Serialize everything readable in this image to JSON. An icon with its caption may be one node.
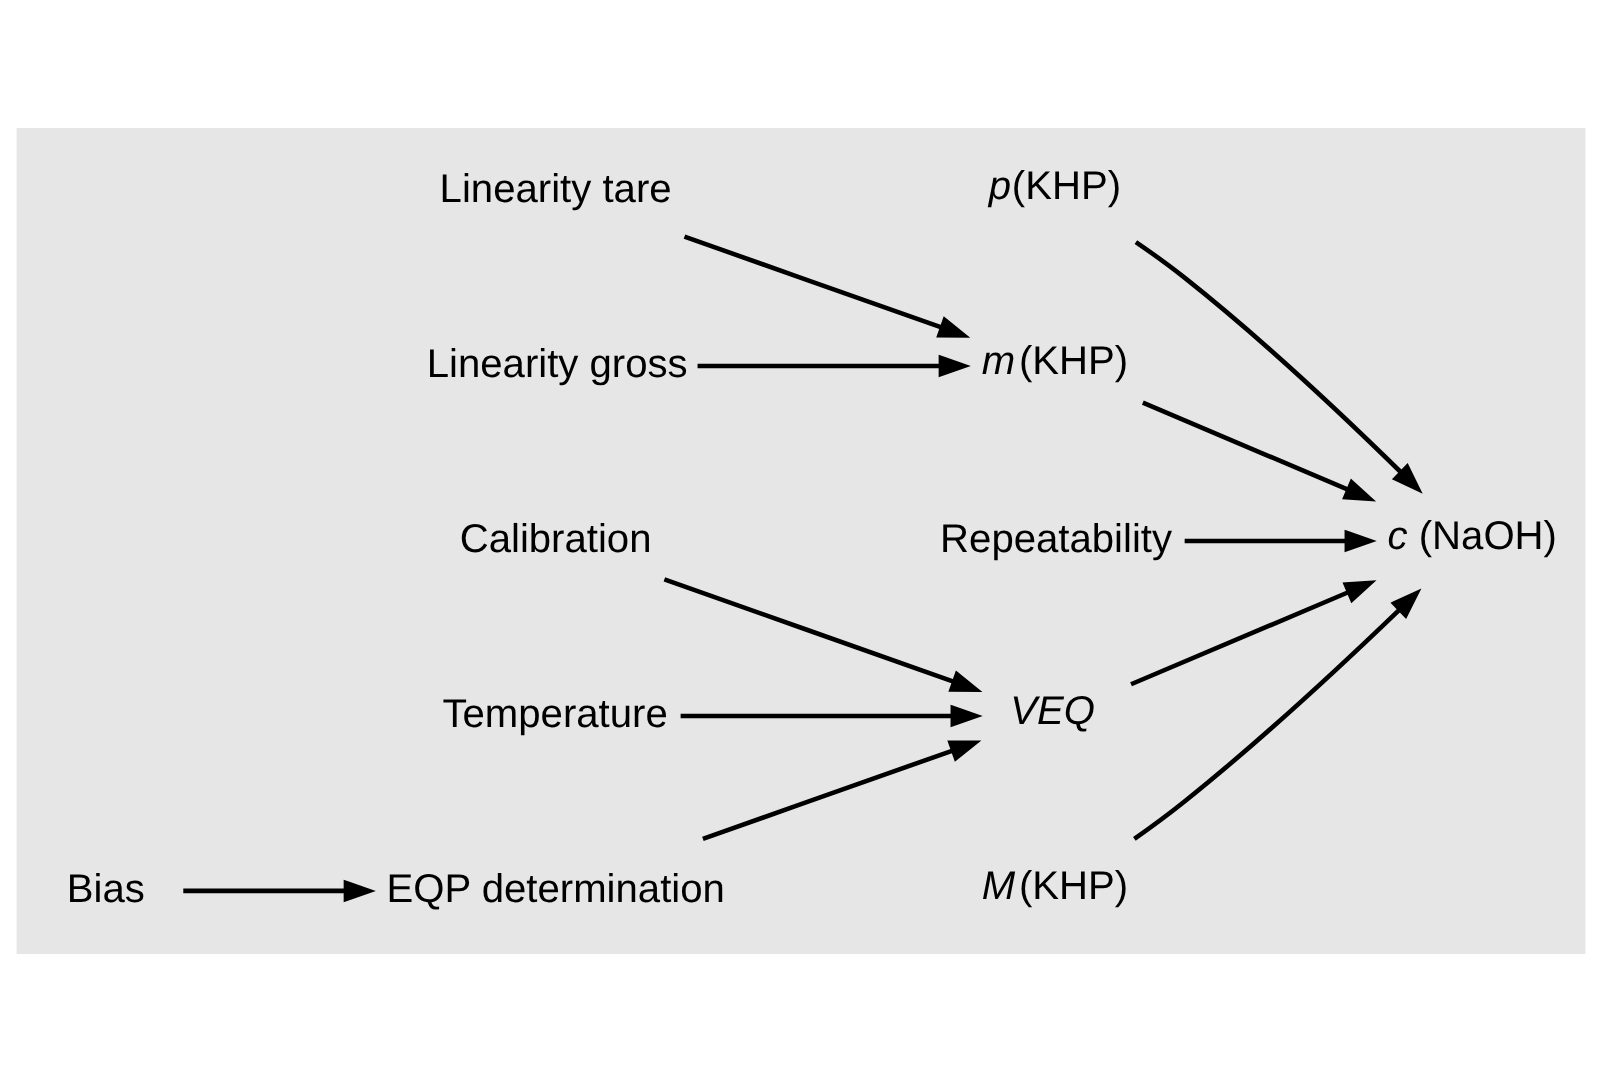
{
  "diagram": {
    "nodes": [
      {
        "text": [
          "*p*(KHP)"
        ]
      },
      {
        "text": [
          "*m*(KHP)"
        ]
      },
      {
        "text": [
          "Linearity tare"
        ]
      },
      {
        "text": [
          "Linearity gross"
        ]
      },
      {
        "text": [
          "*c* (NaOH)"
        ]
      },
      {
        "text": [
          "Calibration"
        ]
      },
      {
        "text": [
          "Temperature"
        ]
      },
      {
        "text": [
          "EQP determination"
        ]
      },
      {
        "text": [
          "Repeatability"
        ]
      },
      {
        "text": [
          "Bias"
        ]
      },
      {
        "text": [
          "VEQ"
        ]
      },
      {
        "text": [
          "*M*(KHP)"
        ]
      }
    ],
    "edges": [
      {
        "from": 0,
        "to": 4,
        "arrow": "to"
      },
      {
        "from": 2,
        "to": 1,
        "arrow": "to"
      },
      {
        "from": 3,
        "to": 1,
        "arrow": "to"
      },
      {
        "from": 1,
        "to": 4,
        "arrow": "to"
      },
      {
        "from": 5,
        "to": 10,
        "arrow": "to"
      },
      {
        "from": 6,
        "to": 10,
        "arrow": "to"
      },
      {
        "from": 7,
        "to": 10,
        "arrow": "to"
      },
      {
        "from": 9,
        "to": 7,
        "arrow": "to"
      },
      {
        "from": 8,
        "to": 4,
        "arrow": "to"
      },
      {
        "from": 10,
        "to": 4,
        "arrow": "to"
      },
      {
        "from": 11,
        "to": 4,
        "arrow": "to"
      }
    ]
  }
}
